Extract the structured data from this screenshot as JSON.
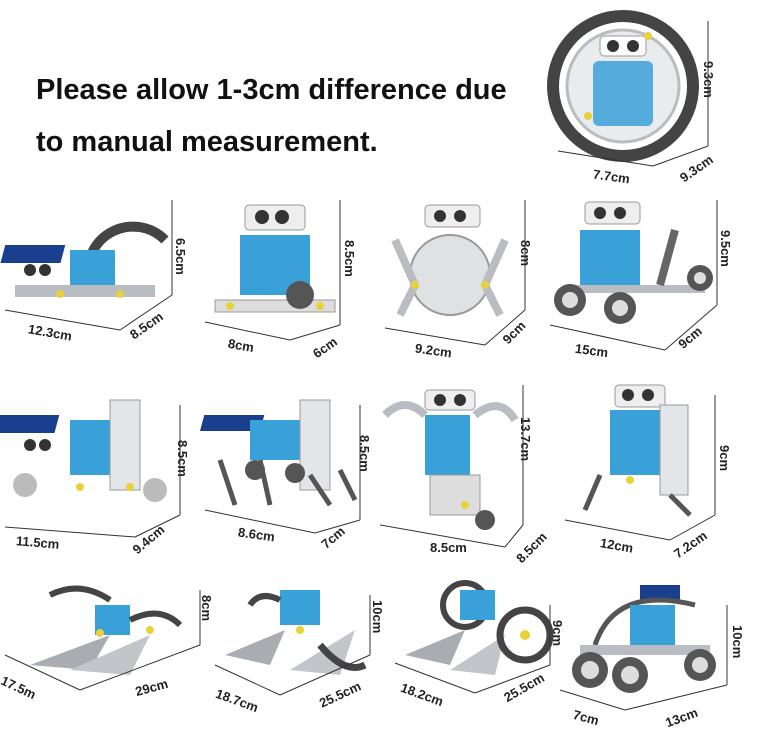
{
  "notice": {
    "line1": "Please allow 1-3cm difference due",
    "line2": "to manual measurement."
  },
  "robots": [
    {
      "id": "r0",
      "dims": [
        "9.3cm",
        "7.7cm",
        "9.3cm"
      ]
    },
    {
      "id": "r1",
      "dims": [
        "6.5cm",
        "12.3cm",
        "8.5cm"
      ]
    },
    {
      "id": "r2",
      "dims": [
        "8.5cm",
        "8cm",
        "6cm"
      ]
    },
    {
      "id": "r3",
      "dims": [
        "8cm",
        "9.2cm",
        "9cm"
      ]
    },
    {
      "id": "r4",
      "dims": [
        "9.5cm",
        "15cm",
        "9cm"
      ]
    },
    {
      "id": "r5",
      "dims": [
        "8.5cm",
        "11.5cm",
        "9.4cm"
      ]
    },
    {
      "id": "r6",
      "dims": [
        "8.5cm",
        "8.6cm",
        "7cm"
      ]
    },
    {
      "id": "r7",
      "dims": [
        "13.7cm",
        "8.5cm",
        "8.5cm"
      ]
    },
    {
      "id": "r8",
      "dims": [
        "9cm",
        "12cm",
        "7.2cm"
      ]
    },
    {
      "id": "r9",
      "dims": [
        "8cm",
        "17.5m",
        "29cm"
      ]
    },
    {
      "id": "r10",
      "dims": [
        "10cm",
        "18.7cm",
        "25.5cm"
      ]
    },
    {
      "id": "r11",
      "dims": [
        "9cm",
        "18.2cm",
        "25.5cm"
      ]
    },
    {
      "id": "r12",
      "dims": [
        "10cm",
        "7cm",
        "13cm"
      ]
    }
  ],
  "colors": {
    "panel_blue": "#3aa0d8",
    "frame_gray": "#b9bcc0",
    "gear_yellow": "#e8d23a",
    "solar_panel": "#1b3f8f",
    "tire": "#555555"
  }
}
